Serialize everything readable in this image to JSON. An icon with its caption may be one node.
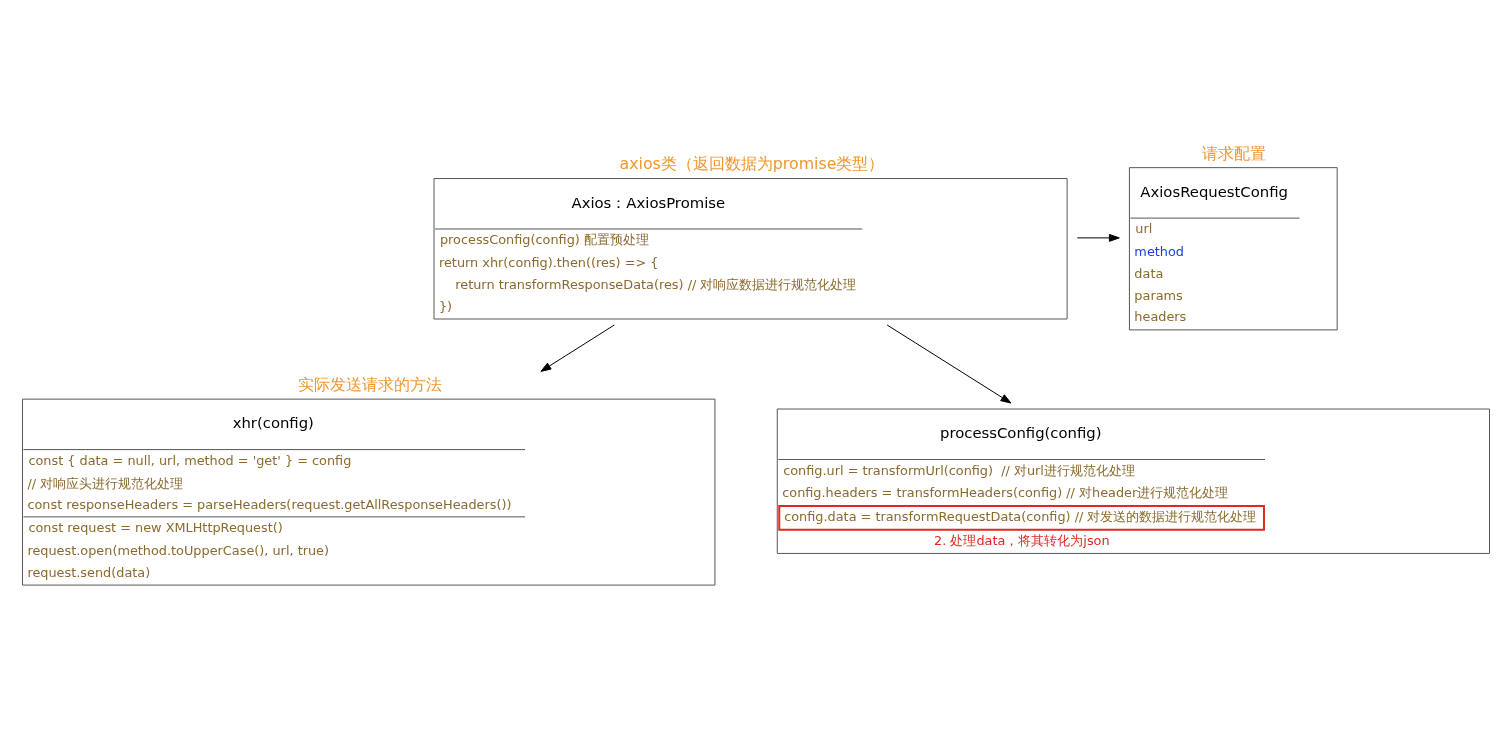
{
  "diagram": {
    "nodes": [
      {
        "text": [
          "Axios：AxiosPromise",
          "processConfig(config) 配置预处理",
          "return xhr(config).then((res) => {",
          "return transformResponseData(res) // 对响应数据进行规范化处理",
          "})"
        ],
        "beside": [
          "axios类（返回数据为promise类型）"
        ]
      },
      {
        "text": [
          "AxiosRequestConfig",
          "url",
          "method",
          "data",
          "params",
          "headers"
        ],
        "beside": [
          "请求配置"
        ]
      },
      {
        "text": [
          "xhr(config)",
          "const { data = null, url, method = 'get' } = config",
          "// 对响应头进行规范化处理",
          "const responseHeaders = parseHeaders(request.getAllResponseHeaders())",
          "const request = new XMLHttpRequest()",
          "request.open(method.toUpperCase(), url, true)",
          "request.send(data)"
        ],
        "beside": [
          "实际发送请求的方法"
        ]
      },
      {
        "text": [
          "processConfig(config)",
          "config.url = transformUrl(config)  // 对url进行规范化处理",
          "config.headers = transformHeaders(config) // 对header进行规范化处理",
          "config.data = transformRequestData(config) // 对发送的数据进行规范化处理",
          "2. 处理data，将其转化为json"
        ]
      }
    ],
    "edges": [
      {
        "from": 0,
        "to": 1,
        "arrow": "to"
      },
      {
        "from": 0,
        "to": 2,
        "arrow": "to"
      },
      {
        "from": 0,
        "to": 3,
        "arrow": "to"
      }
    ]
  }
}
